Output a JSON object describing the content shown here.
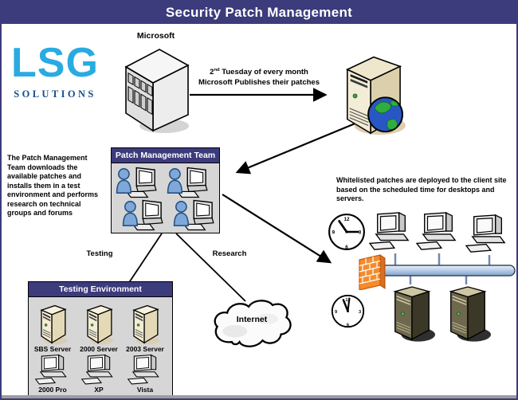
{
  "title": "Security Patch Management",
  "logo": {
    "text": "LSG",
    "subtitle": "SOLUTIONS"
  },
  "microsoft_label": "Microsoft",
  "publish_note": {
    "num": "2",
    "sup": "nd",
    "rest": " Tuesday of every month",
    "line2": "Microsoft Publishes their patches"
  },
  "left_note": "The Patch Management Team downloads the available patches and installs them in a test environment and performs research on technical groups and forums",
  "pmt": {
    "header": "Patch Management Team"
  },
  "labels": {
    "testing": "Testing",
    "research": "Research"
  },
  "testing_environment": {
    "header": "Testing Environment",
    "servers": [
      "SBS Server",
      "2000 Server",
      "2003 Server"
    ],
    "workstations": [
      "2000 Pro",
      "XP",
      "Vista"
    ]
  },
  "cloud_label": "Internet",
  "right_note": "Whitelisted patches are deployed to the client site based on the scheduled time for desktops and servers.",
  "clock_top": {
    "n12": "12",
    "n3": "3",
    "n6": "6",
    "n9": "9"
  },
  "clock_bottom": {
    "n12": "12",
    "n3": "3",
    "n6": "6",
    "n9": "9"
  },
  "colors": {
    "header_navy": "#3c3b7c",
    "logo_cyan": "#29abe2",
    "logo_navy": "#17508c",
    "firewall_orange": "#f68b2c",
    "bus_blue": "#8fb0d6",
    "beige_server": "#efe6c8",
    "person_blue": "#7fa8da",
    "dark_server": "#6e684e"
  }
}
